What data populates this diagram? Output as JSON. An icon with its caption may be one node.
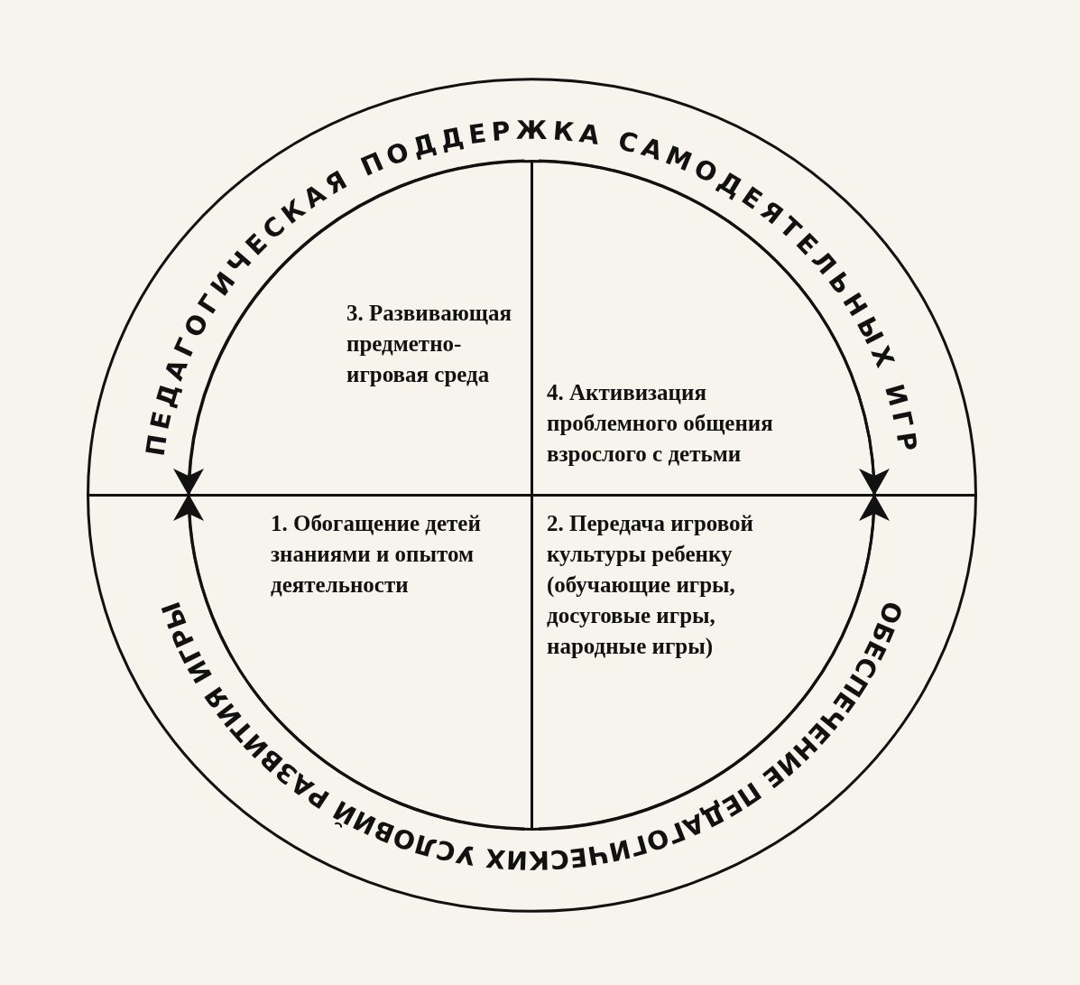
{
  "diagram": {
    "nodes": [
      {
        "text": [
          "ПЕДАГОГИЧЕСКАЯ ПОДДЕРЖКА САМОДЕЯТЕЛЬНЫХ ИГР"
        ]
      },
      {
        "text": [
          "3. Развивающая предметно-игровая среда"
        ],
        "in": 0
      },
      {
        "text": [
          "4. Активизация проблемного общения взрослого с детьми"
        ],
        "in": 0
      },
      {
        "text": [
          "ОБЕСПЕЧЕНИЕ ПЕДАГОГИЧЕСКИХ УСЛОВИЙ РАЗВИТИЯ ИГРЫ"
        ]
      },
      {
        "text": [
          "1. Обогащение детей знаниями и опытом деятельности"
        ],
        "in": 3
      },
      {
        "text": [
          "2. Передача игровой культуры ребенку (обучающие игры, досуговые игры, народные игры)"
        ],
        "in": 3
      }
    ],
    "edges": [
      {
        "from": 1,
        "to": 4,
        "arrow": "to"
      },
      {
        "from": 4,
        "to": 1,
        "arrow": "to"
      },
      {
        "from": 2,
        "to": 5,
        "arrow": "to"
      },
      {
        "from": 5,
        "to": 2,
        "arrow": "to"
      }
    ]
  }
}
